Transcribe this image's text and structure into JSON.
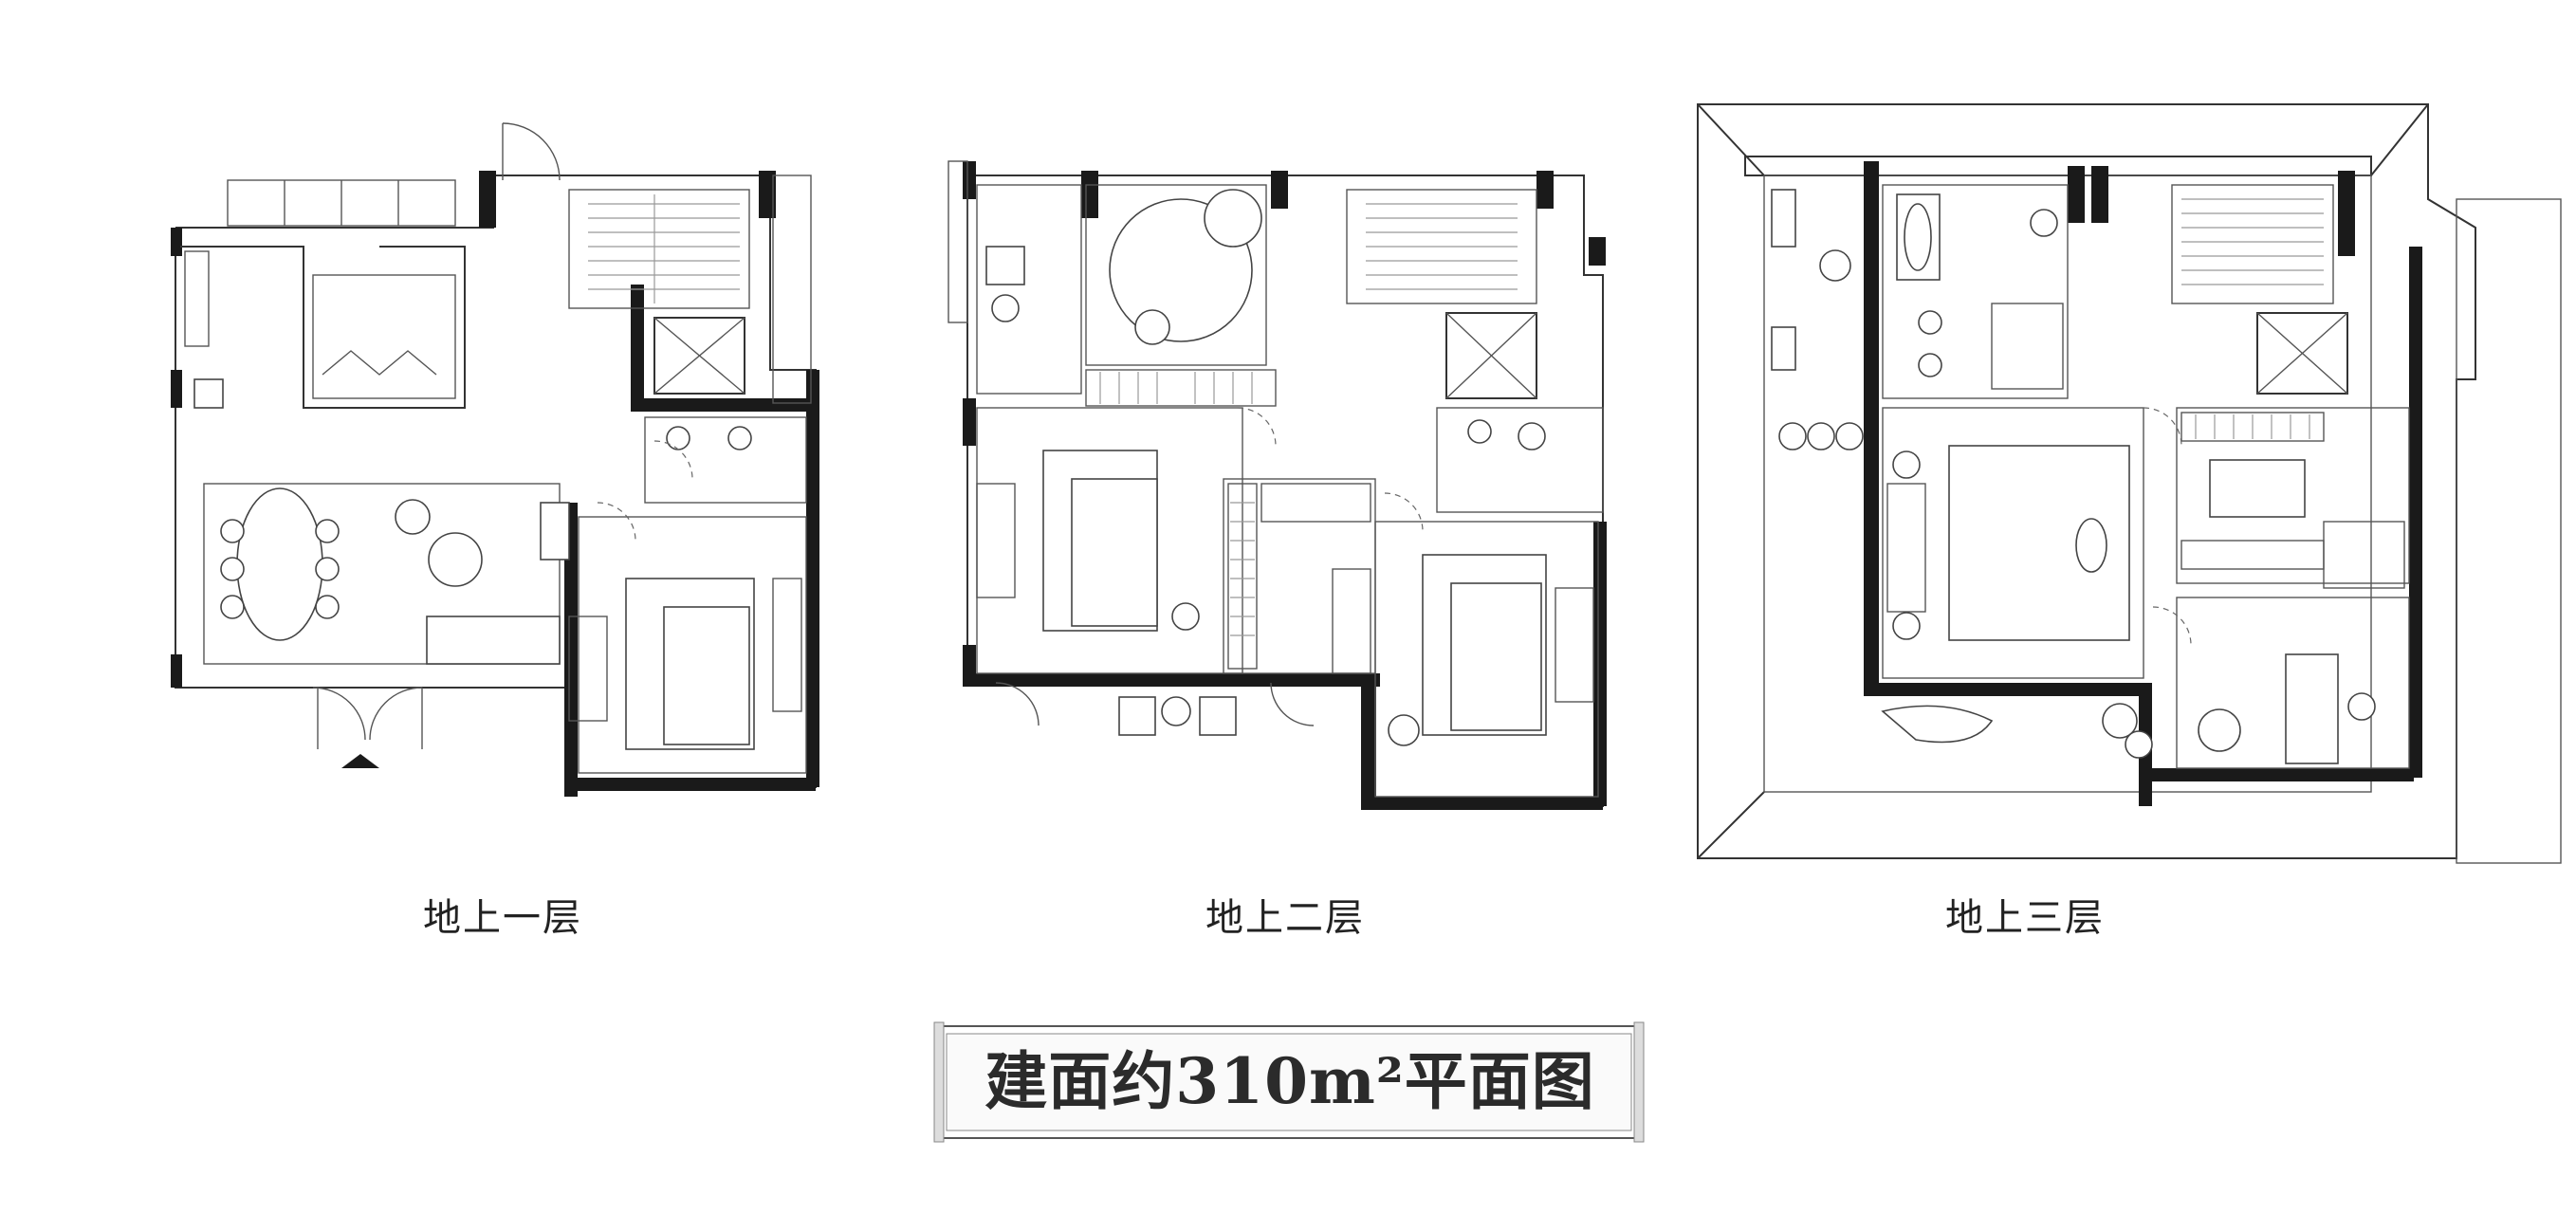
{
  "floors": [
    {
      "label": "地上一层"
    },
    {
      "label": "地上二层"
    },
    {
      "label": "地上三层"
    }
  ],
  "banner": {
    "title": "建面约310m²平面图"
  },
  "colors": {
    "wall": "#1a1a1a",
    "line": "#333333",
    "text": "#222222",
    "background": "#ffffff"
  }
}
